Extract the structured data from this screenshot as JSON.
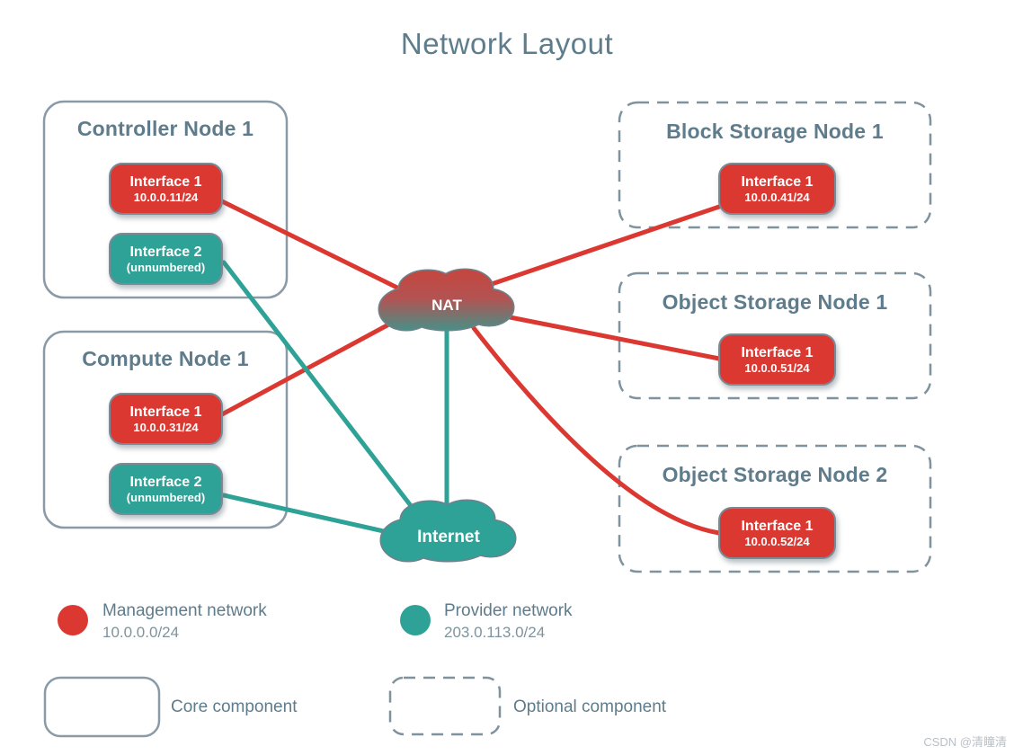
{
  "title": "Network Layout",
  "nodes": [
    {
      "name": "Controller Node 1",
      "type": "core",
      "interfaces": [
        {
          "label": "Interface 1",
          "detail": "10.0.0.11/24",
          "network": "management"
        },
        {
          "label": "Interface 2",
          "detail": "(unnumbered)",
          "network": "provider"
        }
      ]
    },
    {
      "name": "Compute Node 1",
      "type": "core",
      "interfaces": [
        {
          "label": "Interface 1",
          "detail": "10.0.0.31/24",
          "network": "management"
        },
        {
          "label": "Interface 2",
          "detail": "(unnumbered)",
          "network": "provider"
        }
      ]
    },
    {
      "name": "Block Storage Node 1",
      "type": "optional",
      "interfaces": [
        {
          "label": "Interface 1",
          "detail": "10.0.0.41/24",
          "network": "management"
        }
      ]
    },
    {
      "name": "Object Storage Node 1",
      "type": "optional",
      "interfaces": [
        {
          "label": "Interface 1",
          "detail": "10.0.0.51/24",
          "network": "management"
        }
      ]
    },
    {
      "name": "Object Storage Node 2",
      "type": "optional",
      "interfaces": [
        {
          "label": "Interface 1",
          "detail": "10.0.0.52/24",
          "network": "management"
        }
      ]
    }
  ],
  "clouds": [
    {
      "label": "NAT"
    },
    {
      "label": "Internet"
    }
  ],
  "connections": [
    {
      "from": "Controller Node 1 / Interface 1",
      "to": "NAT",
      "network": "management"
    },
    {
      "from": "Compute Node 1 / Interface 1",
      "to": "NAT",
      "network": "management"
    },
    {
      "from": "NAT",
      "to": "Block Storage Node 1 / Interface 1",
      "network": "management"
    },
    {
      "from": "NAT",
      "to": "Object Storage Node 1 / Interface 1",
      "network": "management"
    },
    {
      "from": "NAT",
      "to": "Object Storage Node 2 / Interface 1",
      "network": "management"
    },
    {
      "from": "Controller Node 1 / Interface 2",
      "to": "Internet",
      "network": "provider"
    },
    {
      "from": "Compute Node 1 / Interface 2",
      "to": "Internet",
      "network": "provider"
    },
    {
      "from": "NAT",
      "to": "Internet",
      "network": "provider"
    }
  ],
  "legend": {
    "networks": [
      {
        "label": "Management network",
        "subnet": "10.0.0.0/24",
        "color": "#DC3832"
      },
      {
        "label": "Provider network",
        "subnet": "203.0.113.0/24",
        "color": "#2EA296"
      }
    ],
    "components": [
      {
        "label": "Core component",
        "style": "solid"
      },
      {
        "label": "Optional component",
        "style": "dashed"
      }
    ]
  },
  "colors": {
    "management": "#DC3832",
    "provider": "#2EA296",
    "outline": "#7E939E",
    "heading": "#5E7C8B"
  },
  "watermark": "CSDN @清瞳清"
}
